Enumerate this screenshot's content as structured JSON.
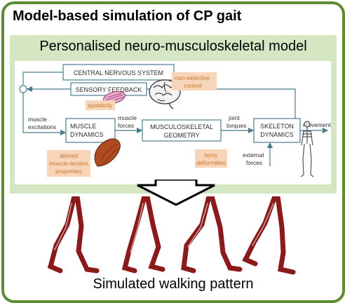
{
  "title": "Model-based simulation of CP gait",
  "band_title": "Personalised neuro-musculoskeletal model",
  "caption": "Simulated walking pattern",
  "colors": {
    "border": "#5e8c31",
    "band": "#d5e6c3",
    "line": "#4a7d8c",
    "box_text": "#2d2d2d",
    "annotation_bg": "#f8d5b8",
    "annotation_text": "#c9782f",
    "limb": "#8b1a1a"
  },
  "diagram": {
    "boxes": {
      "cns": "CENTRAL NERVOUS SYSTEM",
      "sensory": "SENSORY FEEDBACK",
      "muscle_dyn": [
        "MUSCLE",
        "DYNAMICS"
      ],
      "msk_geom": [
        "MUSCULOSKELETAL",
        "GEOMETRY"
      ],
      "skel_dyn": [
        "SKELETON",
        "DYNAMICS"
      ]
    },
    "flow_labels": {
      "muscle_excitations": [
        "muscle",
        "excitations"
      ],
      "muscle_forces": [
        "muscle",
        "forces"
      ],
      "joint_torques": [
        "joint",
        "torques"
      ],
      "external_forces": [
        "external",
        "forces"
      ],
      "movement": "movement"
    },
    "annotations": {
      "non_selective": [
        "non-selective",
        "control"
      ],
      "spasticity": "spasticity",
      "altered": [
        "altered",
        "muscle-tendon",
        "properties"
      ],
      "bony": [
        "bony",
        "deformities"
      ]
    },
    "icons": [
      "brain-icon",
      "muscle-spindle-icon",
      "muscle-icon",
      "skeleton-icon"
    ]
  }
}
